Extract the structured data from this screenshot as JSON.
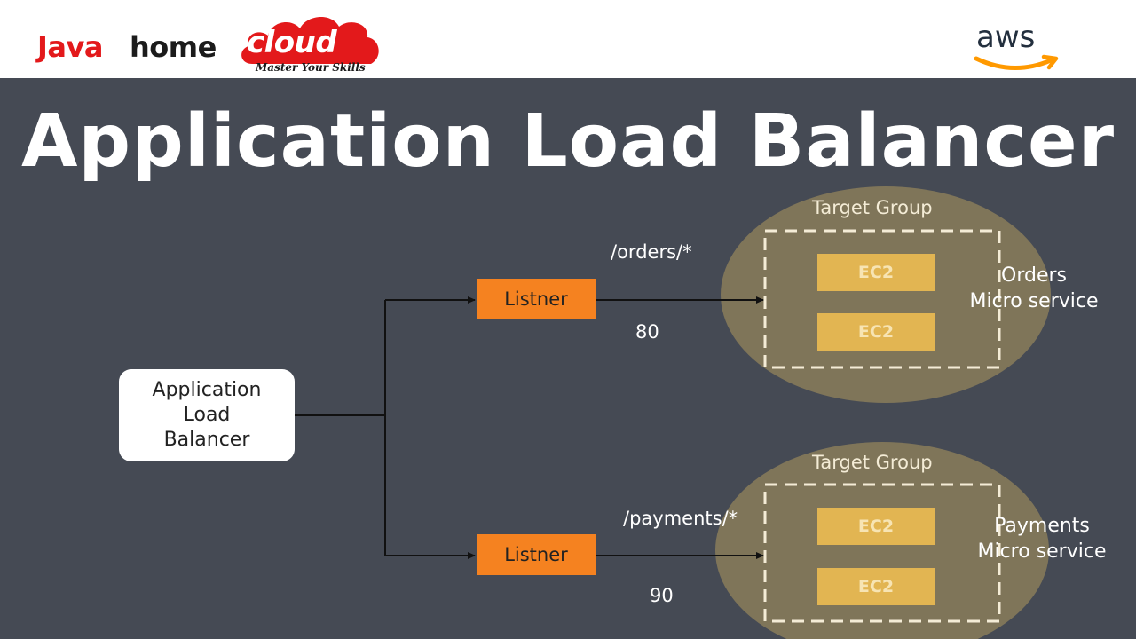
{
  "header": {
    "brand": {
      "part1": "Java",
      "part2": "home",
      "part3": "cloud",
      "tagline": "Master Your Skills"
    },
    "aws_logo": {
      "text": "aws",
      "icon": "aws-smile-icon"
    }
  },
  "slide": {
    "title": "Application Load Balancer"
  },
  "diagram": {
    "load_balancer": {
      "label": "Application\nLoad\nBalancer"
    },
    "listeners": [
      {
        "label": "Listner",
        "path": "/orders/*",
        "port": "80"
      },
      {
        "label": "Listner",
        "path": "/payments/*",
        "port": "90"
      }
    ],
    "target_groups": [
      {
        "title": "Target Group",
        "instances": [
          "EC2",
          "EC2"
        ],
        "service_line1": "Orders",
        "service_line2": "Micro service"
      },
      {
        "title": "Target Group",
        "instances": [
          "EC2",
          "EC2"
        ],
        "service_line1": "Payments",
        "service_line2": "Micro service"
      }
    ]
  },
  "colors": {
    "background": "#454a54",
    "listener": "#f58220",
    "ec2": "#e2b552",
    "target_group_fill": "#8a7d5a",
    "brand_red": "#e3191b",
    "aws_orange": "#ff9900"
  }
}
